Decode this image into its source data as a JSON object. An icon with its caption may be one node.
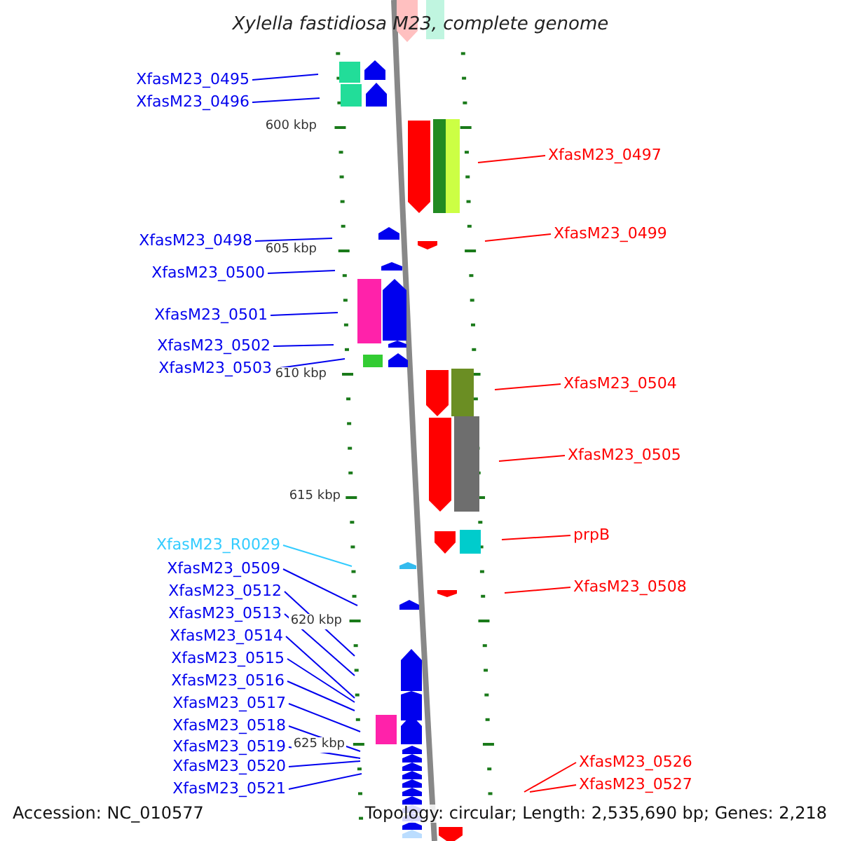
{
  "diagram": {
    "title": "Xylella fastidiosa M23, complete genome",
    "nodes": [
      {
        "text": [
          "XfasM23_0495"
        ]
      },
      {
        "text": [
          "XfasM23_0496"
        ]
      },
      {
        "text": [
          "XfasM23_0497"
        ]
      },
      {
        "text": [
          "XfasM23_0499"
        ]
      },
      {
        "text": [
          "XfasM23_0498"
        ]
      },
      {
        "text": [
          "XfasM23_0500"
        ]
      },
      {
        "text": [
          "XfasM23_0501"
        ]
      },
      {
        "text": [
          "XfasM23_0502"
        ]
      },
      {
        "text": [
          "XfasM23_0503"
        ]
      },
      {
        "text": [
          "XfasM23_0504"
        ]
      },
      {
        "text": [
          "XfasM23_0505"
        ]
      },
      {
        "text": [
          "prpB"
        ]
      },
      {
        "text": [
          "XfasM23_R0029"
        ]
      },
      {
        "text": [
          "XfasM23_0509"
        ]
      },
      {
        "text": [
          "XfasM23_0508"
        ]
      },
      {
        "text": [
          "XfasM23_0512"
        ]
      },
      {
        "text": [
          "XfasM23_0513"
        ]
      },
      {
        "text": [
          "XfasM23_0514"
        ]
      },
      {
        "text": [
          "XfasM23_0515"
        ]
      },
      {
        "text": [
          "XfasM23_0516"
        ]
      },
      {
        "text": [
          "XfasM23_0517"
        ]
      },
      {
        "text": [
          "XfasM23_0518"
        ]
      },
      {
        "text": [
          "XfasM23_0519"
        ]
      },
      {
        "text": [
          "XfasM23_0520"
        ]
      },
      {
        "text": [
          "XfasM23_0521"
        ]
      },
      {
        "text": [
          "XfasM23_0526"
        ]
      },
      {
        "text": [
          "XfasM23_0527"
        ]
      }
    ],
    "edges": [
      {
        "from": 0,
        "to": null,
        "arrow": "none"
      },
      {
        "from": 1,
        "to": null,
        "arrow": "none"
      },
      {
        "from": 2,
        "to": null,
        "arrow": "none",
        "color": "#ff0000"
      },
      {
        "from": 3,
        "to": null,
        "arrow": "none",
        "color": "#ff0000"
      },
      {
        "from": 4,
        "to": null,
        "arrow": "none"
      },
      {
        "from": 5,
        "to": null,
        "arrow": "none"
      },
      {
        "from": 6,
        "to": null,
        "arrow": "none"
      },
      {
        "from": 7,
        "to": null,
        "arrow": "none"
      },
      {
        "from": 8,
        "to": null,
        "arrow": "none"
      },
      {
        "from": 9,
        "to": null,
        "arrow": "none",
        "color": "#ff0000"
      },
      {
        "from": 10,
        "to": null,
        "arrow": "none",
        "color": "#ff0000"
      },
      {
        "from": 11,
        "to": null,
        "arrow": "none",
        "color": "#ff0000"
      },
      {
        "from": 12,
        "to": null,
        "arrow": "none",
        "color": "#33ccff"
      },
      {
        "from": 13,
        "to": null,
        "arrow": "none"
      },
      {
        "from": 14,
        "to": null,
        "arrow": "none",
        "color": "#ff0000"
      },
      {
        "from": 15,
        "to": null,
        "arrow": "none"
      },
      {
        "from": 16,
        "to": null,
        "arrow": "none"
      },
      {
        "from": 17,
        "to": null,
        "arrow": "none"
      },
      {
        "from": 18,
        "to": null,
        "arrow": "none"
      },
      {
        "from": 19,
        "to": null,
        "arrow": "none"
      },
      {
        "from": 20,
        "to": null,
        "arrow": "none"
      },
      {
        "from": 21,
        "to": null,
        "arrow": "none"
      },
      {
        "from": 22,
        "to": null,
        "arrow": "none"
      },
      {
        "from": 23,
        "to": null,
        "arrow": "none"
      },
      {
        "from": 24,
        "to": null,
        "arrow": "none"
      },
      {
        "from": 25,
        "to": null,
        "arrow": "none",
        "color": "#ff0000"
      },
      {
        "from": 26,
        "to": null,
        "arrow": "none",
        "color": "#ff0000"
      }
    ],
    "labels": [
      "600 kbp",
      "605 kbp",
      "610 kbp",
      "615 kbp",
      "620 kbp",
      "625 kbp",
      "Accession: NC_010577",
      "Topology: circular; Length: 2,535,690 bp; Genes: 2,218"
    ]
  }
}
